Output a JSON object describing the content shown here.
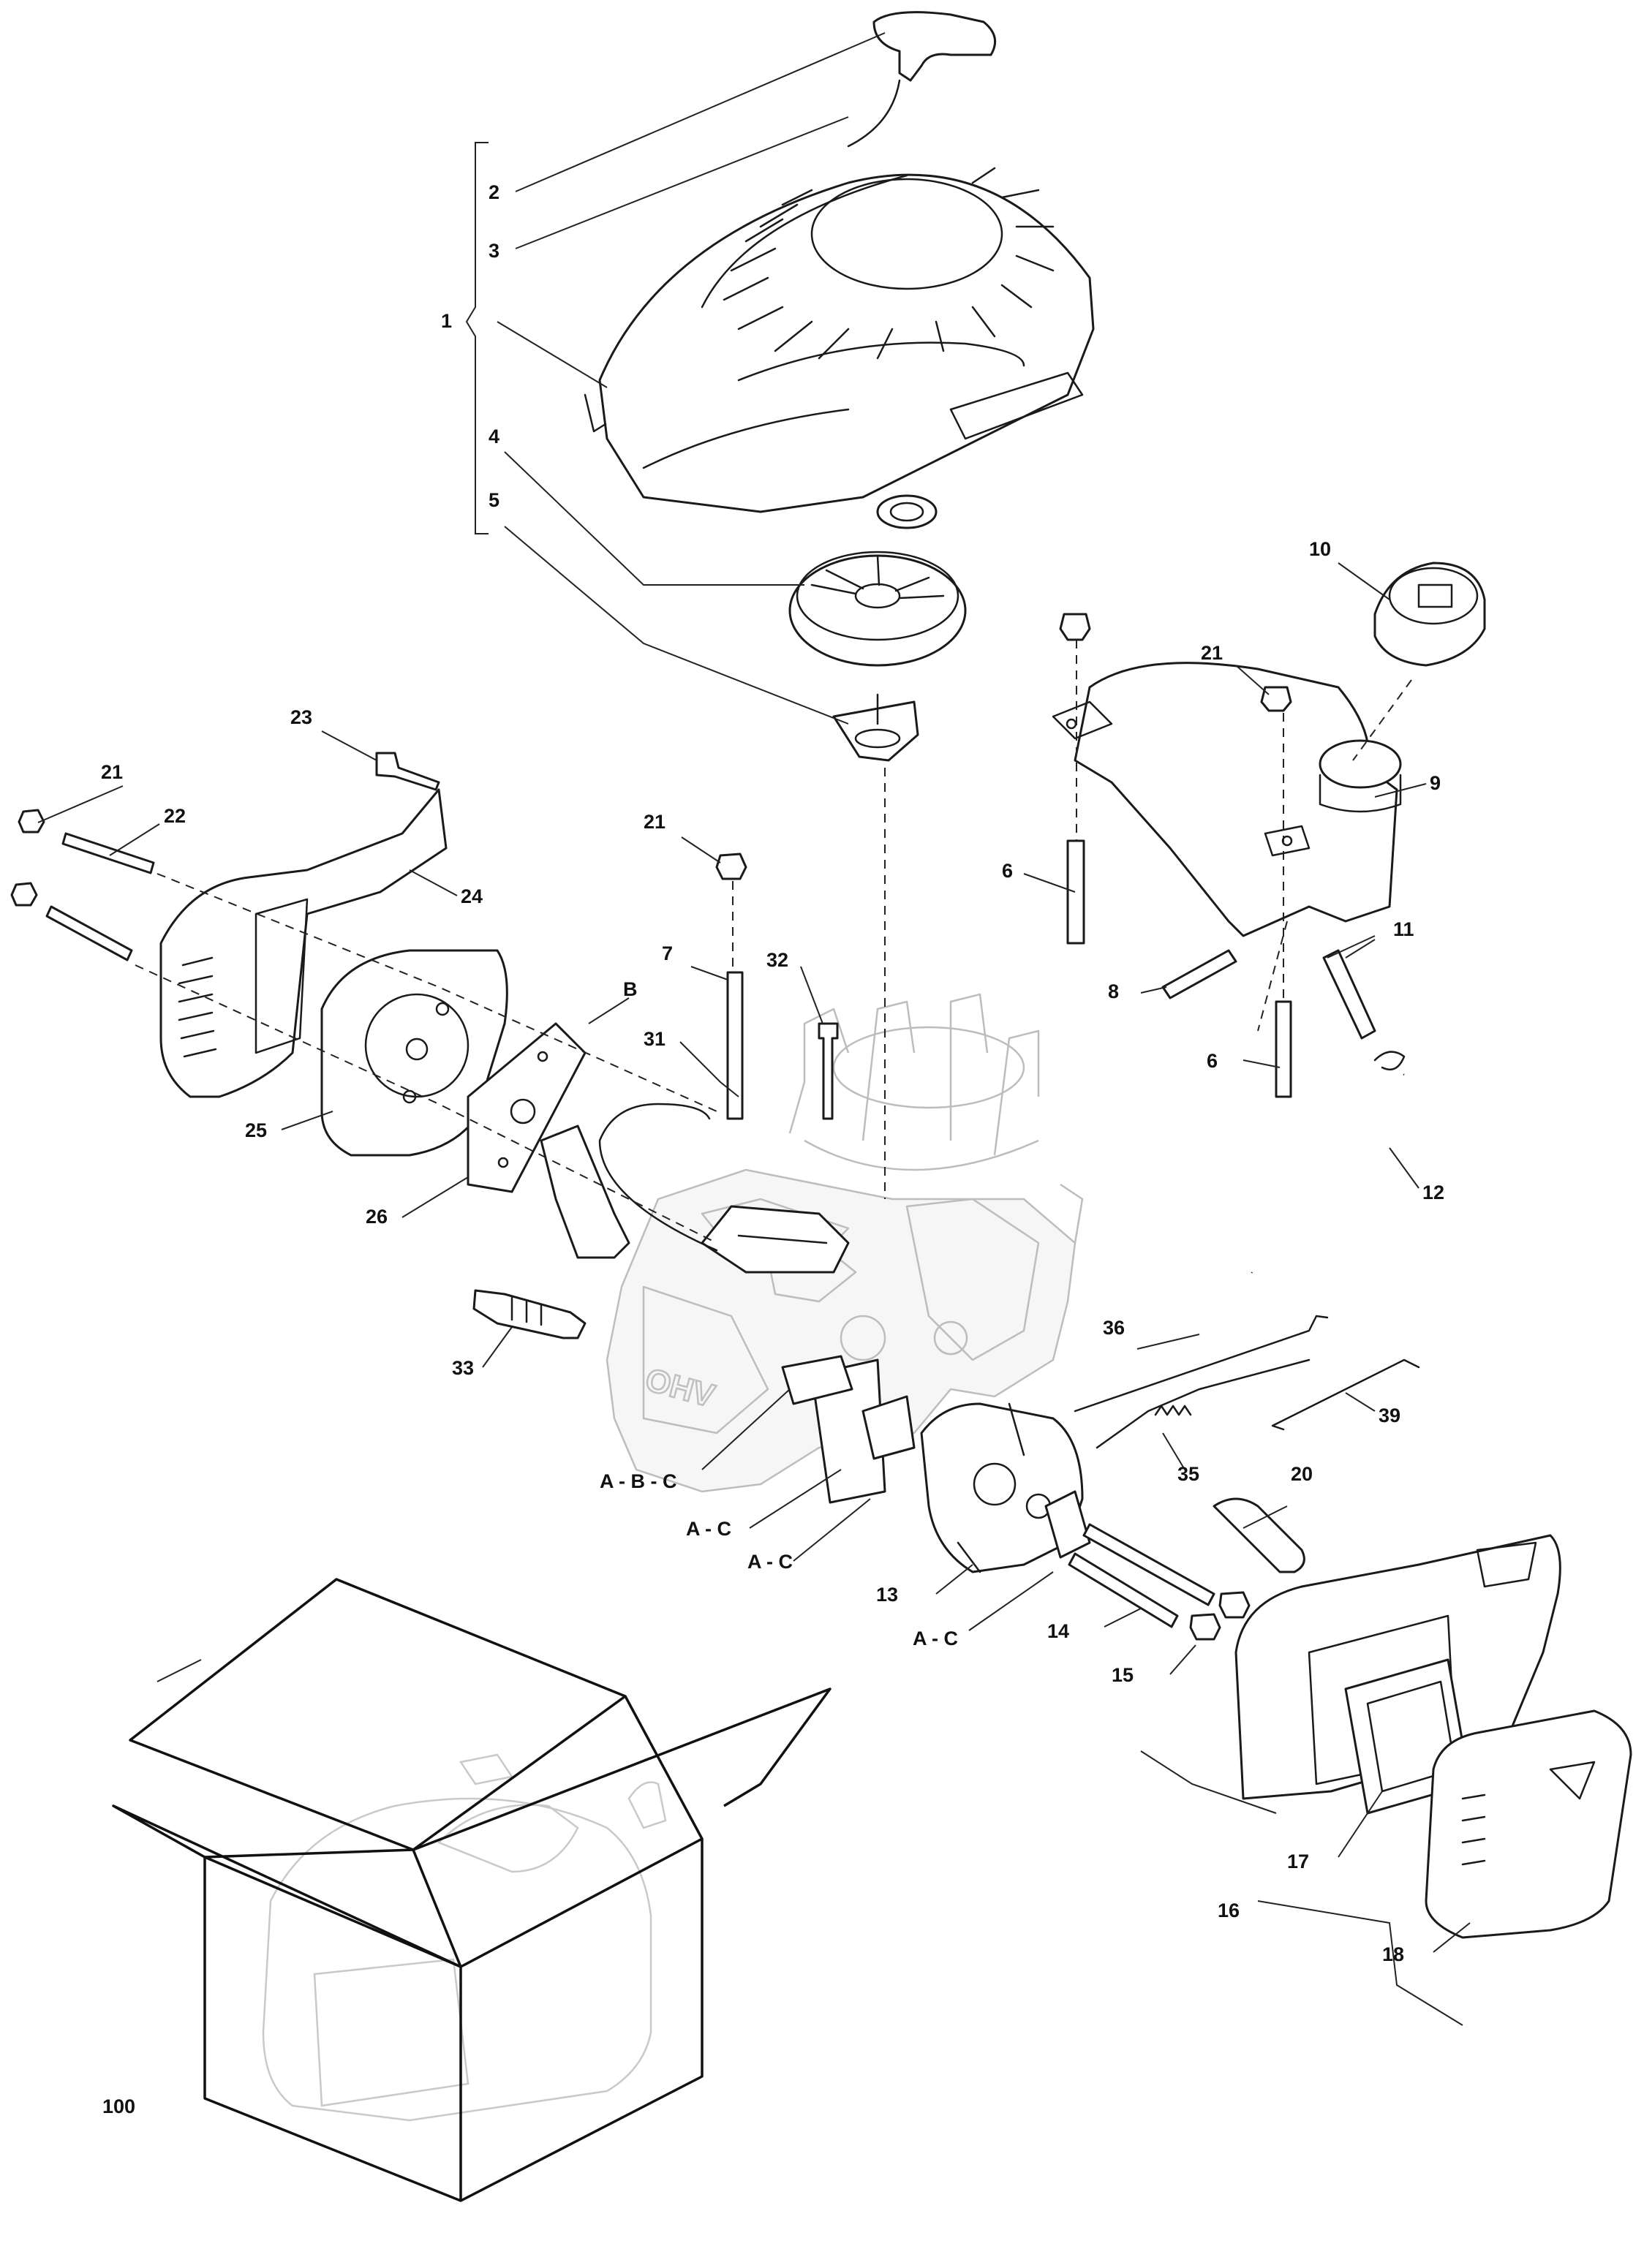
{
  "diagram": {
    "type": "exploded-parts-diagram",
    "callouts": [
      {
        "id": "c1",
        "text": "1"
      },
      {
        "id": "c2",
        "text": "2"
      },
      {
        "id": "c3",
        "text": "3"
      },
      {
        "id": "c4",
        "text": "4"
      },
      {
        "id": "c5",
        "text": "5"
      },
      {
        "id": "c6a",
        "text": "6"
      },
      {
        "id": "c6b",
        "text": "6"
      },
      {
        "id": "c7",
        "text": "7"
      },
      {
        "id": "c8",
        "text": "8"
      },
      {
        "id": "c9",
        "text": "9"
      },
      {
        "id": "c10",
        "text": "10"
      },
      {
        "id": "c11",
        "text": "11"
      },
      {
        "id": "c12",
        "text": "12"
      },
      {
        "id": "c13",
        "text": "13"
      },
      {
        "id": "c14",
        "text": "14"
      },
      {
        "id": "c15",
        "text": "15"
      },
      {
        "id": "c16",
        "text": "16"
      },
      {
        "id": "c17",
        "text": "17"
      },
      {
        "id": "c18",
        "text": "18"
      },
      {
        "id": "c20",
        "text": "20"
      },
      {
        "id": "c21a",
        "text": "21"
      },
      {
        "id": "c21b",
        "text": "21"
      },
      {
        "id": "c21c",
        "text": "21"
      },
      {
        "id": "c22",
        "text": "22"
      },
      {
        "id": "c23",
        "text": "23"
      },
      {
        "id": "c24",
        "text": "24"
      },
      {
        "id": "c25",
        "text": "25"
      },
      {
        "id": "c26",
        "text": "26"
      },
      {
        "id": "c31",
        "text": "31"
      },
      {
        "id": "c32",
        "text": "32"
      },
      {
        "id": "c33",
        "text": "33"
      },
      {
        "id": "c35",
        "text": "35"
      },
      {
        "id": "c36",
        "text": "36"
      },
      {
        "id": "c39",
        "text": "39"
      },
      {
        "id": "c100",
        "text": "100"
      },
      {
        "id": "cB",
        "text": "B"
      },
      {
        "id": "cABC",
        "text": "A - B - C"
      },
      {
        "id": "cAC1",
        "text": "A - C"
      },
      {
        "id": "cAC2",
        "text": "A - C"
      },
      {
        "id": "cAC3",
        "text": "A - C"
      }
    ],
    "engine_block_mark": "OHV"
  }
}
